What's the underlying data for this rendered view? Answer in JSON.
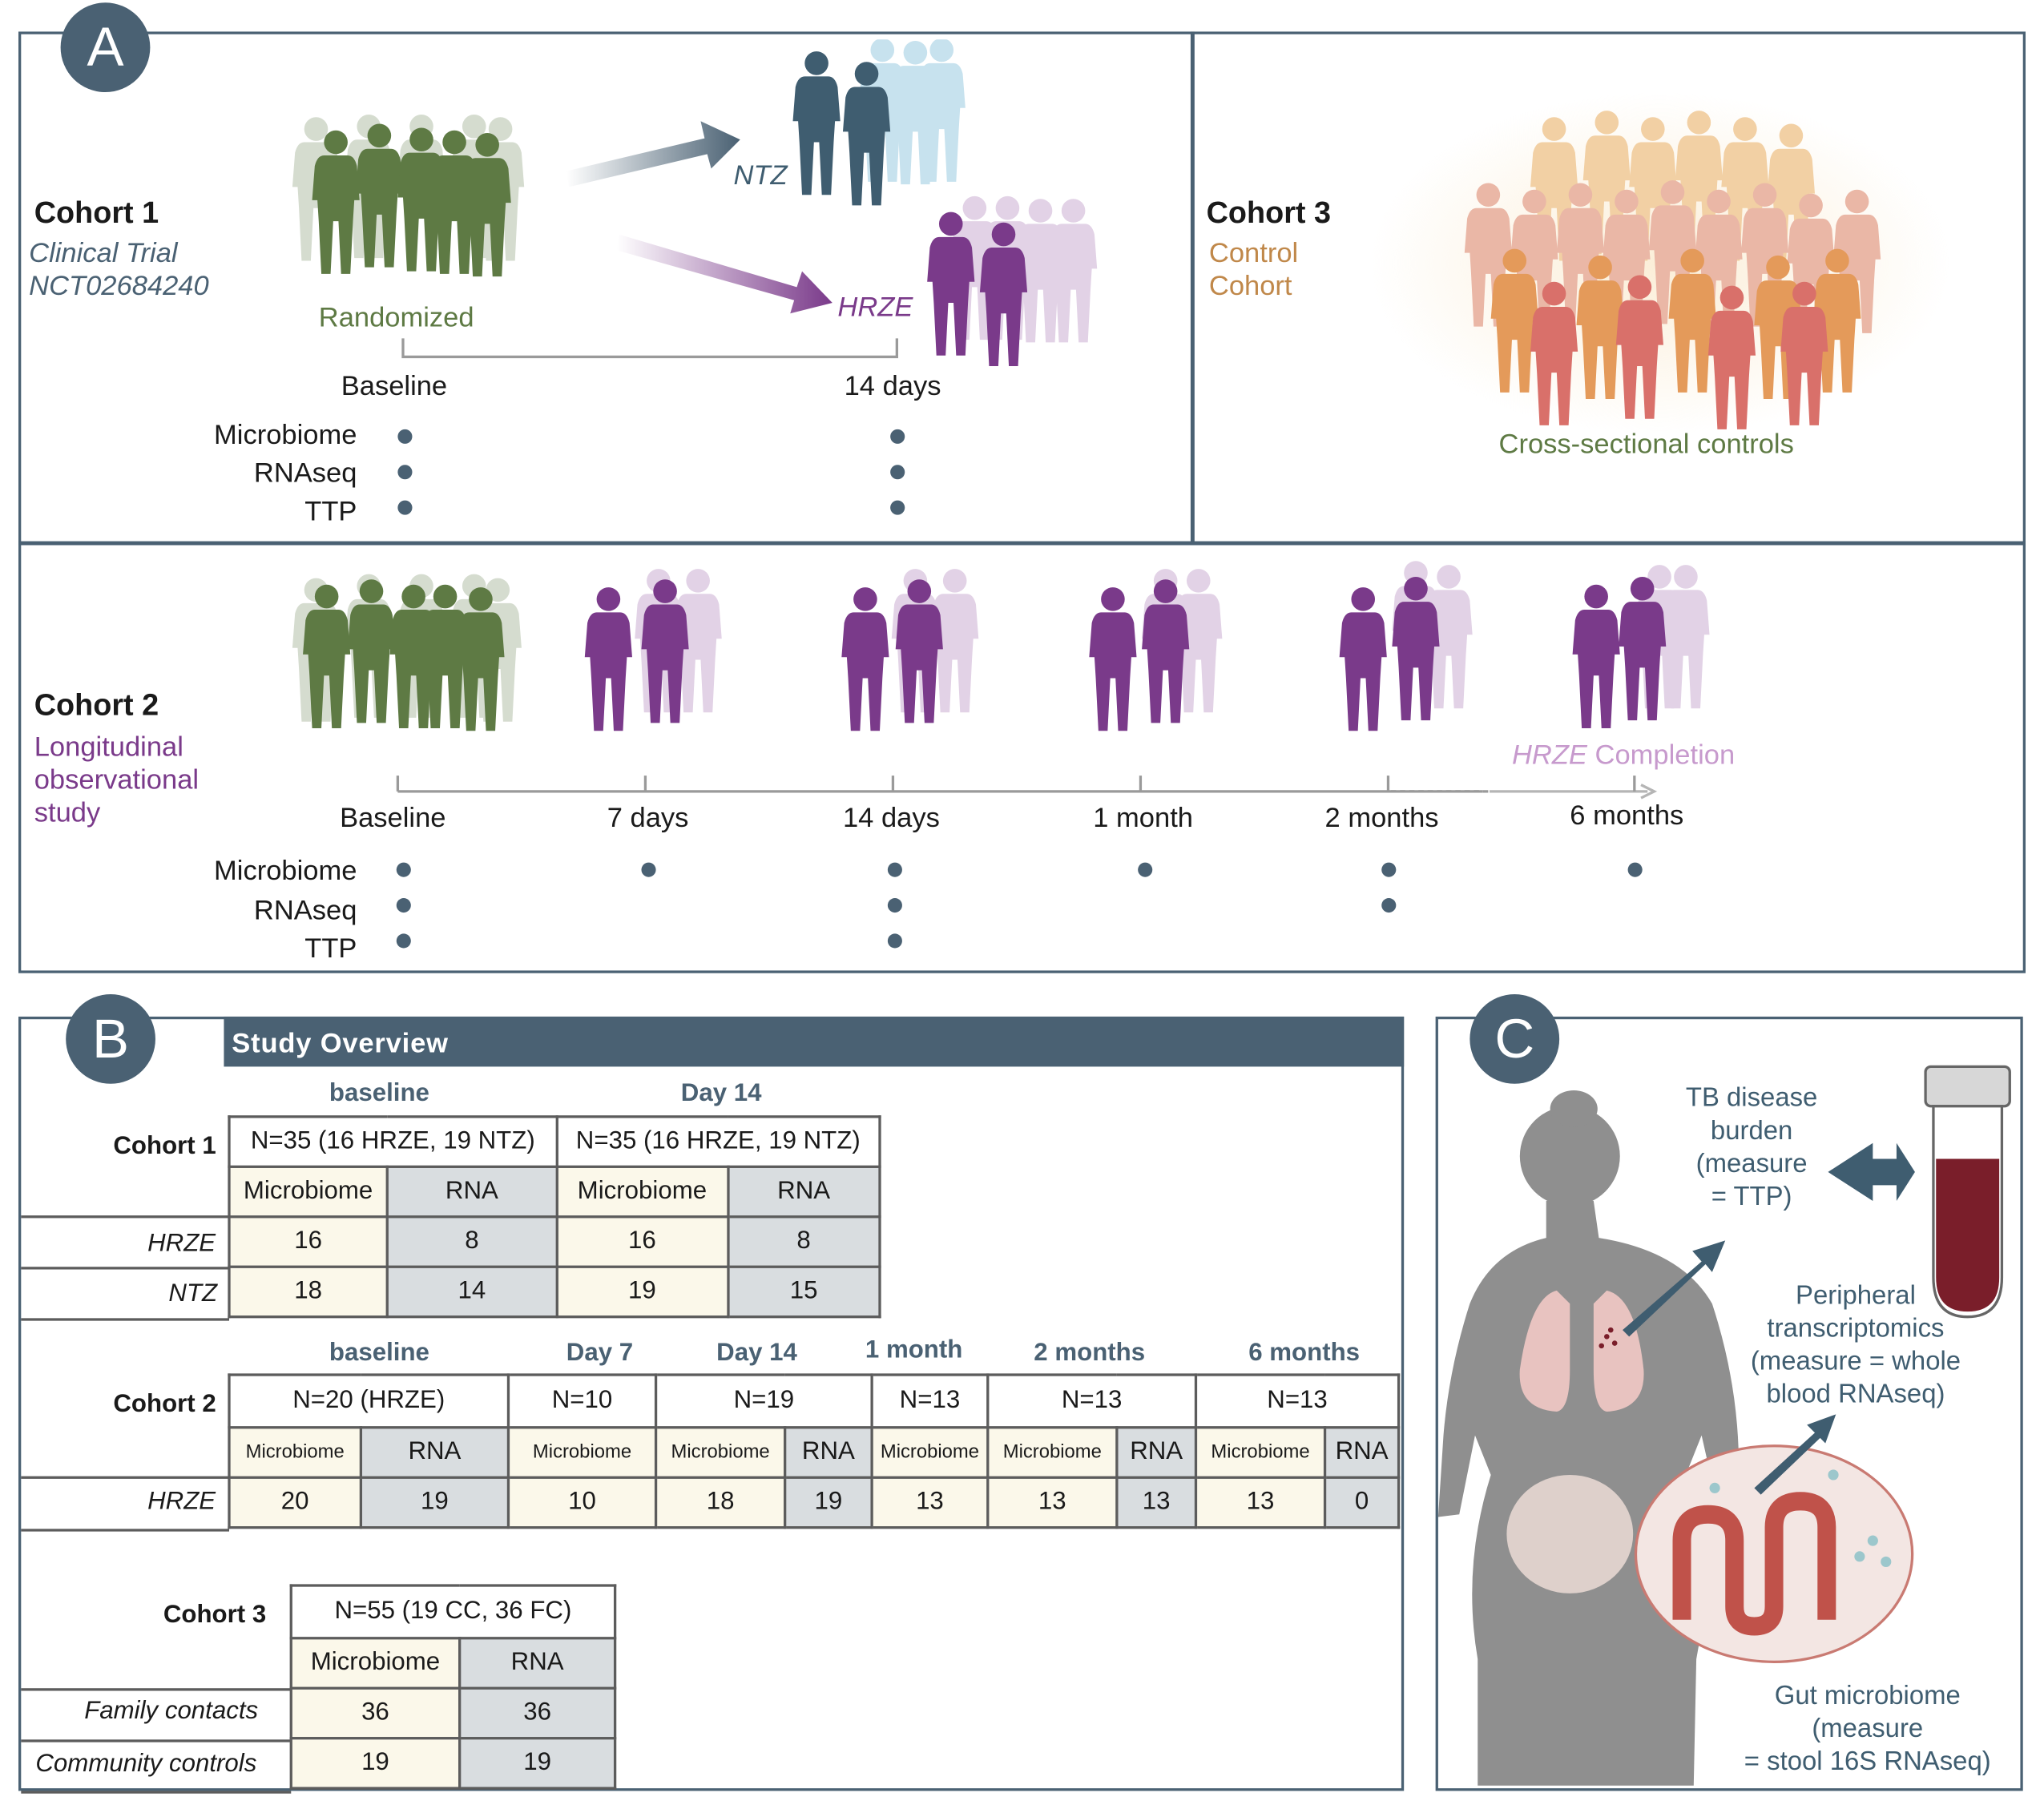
{
  "panelA": {
    "badge": "A",
    "cohort1": {
      "title": "Cohort 1",
      "sub1": "Clinical Trial",
      "sub2": "NCT02684240",
      "randomized": "Randomized",
      "ntz": "NTZ",
      "hrze": "HRZE",
      "tp_baseline": "Baseline",
      "tp_14": "14 days"
    },
    "rows": [
      "Microbiome",
      "RNAseq",
      "TTP"
    ],
    "cohort3": {
      "title": "Cohort 3",
      "sub1": "Control",
      "sub2": "Cohort",
      "caption": "Cross-sectional controls"
    },
    "cohort2": {
      "title": "Cohort 2",
      "sub1": "Longitudinal",
      "sub2": "observational",
      "sub3": "study",
      "hrze": "HRZE",
      "completion": "Completion",
      "timepoints": [
        "Baseline",
        "7 days",
        "14 days",
        "1 month",
        "2 months",
        "6 months"
      ]
    }
  },
  "panelB": {
    "badge": "B",
    "header": "Study Overview",
    "c1": {
      "label": "Cohort 1",
      "h_base": "baseline",
      "h_d14": "Day 14",
      "n_base": "N=35 (16 HRZE, 19 NTZ)",
      "n_d14": "N=35 (16 HRZE, 19 NTZ)",
      "microbiome": "Microbiome",
      "rna": "RNA",
      "rows": [
        {
          "label": "HRZE",
          "v": [
            "16",
            "8",
            "16",
            "8"
          ]
        },
        {
          "label": "NTZ",
          "v": [
            "18",
            "14",
            "19",
            "15"
          ]
        }
      ]
    },
    "c2": {
      "label": "Cohort 2",
      "h": [
        "baseline",
        "Day 7",
        "Day 14",
        "1 month",
        "2 months",
        "6 months"
      ],
      "n": [
        "N=20 (HRZE)",
        "N=10",
        "N=19",
        "N=13",
        "N=13",
        "N=13"
      ],
      "microbiome": "Microbiome",
      "rna": "RNA",
      "row_label": "HRZE",
      "v": [
        "20",
        "19",
        "10",
        "18",
        "19",
        "13",
        "13",
        "13",
        "13",
        "0"
      ]
    },
    "c3": {
      "label": "Cohort 3",
      "n": "N=55 (19 CC, 36 FC)",
      "microbiome": "Microbiome",
      "rna": "RNA",
      "rows": [
        {
          "label": "Family contacts",
          "v": [
            "36",
            "36"
          ]
        },
        {
          "label": "Community controls",
          "v": [
            "19",
            "19"
          ]
        }
      ]
    }
  },
  "panelC": {
    "badge": "C",
    "tb": [
      "TB disease",
      "burden",
      "(measure",
      "= TTP)"
    ],
    "peripheral": [
      "Peripheral",
      "transcriptomics",
      "(measure = whole",
      "blood RNAseq)"
    ],
    "gut": [
      "Gut microbiome",
      "(measure",
      "= stool 16S RNAseq)"
    ]
  },
  "colors": {
    "accent": "#4a6173",
    "green": "#5e7a44",
    "purple": "#7a3a8a",
    "gold": "#c0884a",
    "blue_dark": "#3f5d70"
  }
}
